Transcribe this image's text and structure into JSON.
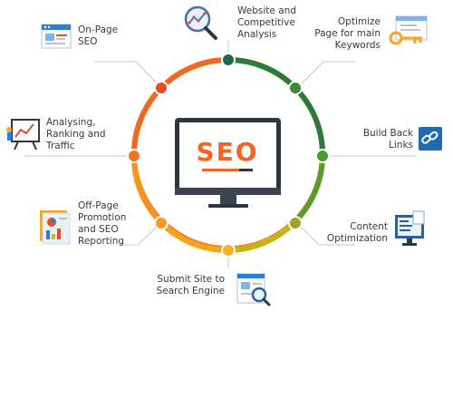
{
  "center": {
    "text": "SEO"
  },
  "colors": {
    "ring_orange": "#f7931e",
    "ring_green": "#3c8a3a",
    "seo_text": "#f26522",
    "monitor": "#2f3541"
  },
  "items": [
    {
      "label": "Website and\nCompetitive\nAnalysis",
      "icon": "magnifier-chart-icon"
    },
    {
      "label": "Optimize\nPage for main\nKeywords",
      "icon": "key-browser-icon"
    },
    {
      "label": "Build Back\nLinks",
      "icon": "link-icon"
    },
    {
      "label": "Content\nOptimization",
      "icon": "document-monitor-icon"
    },
    {
      "label": "Submit Site to\nSearch Engine",
      "icon": "search-page-icon"
    },
    {
      "label": "Off-Page\nPromotion\nand SEO\nReporting",
      "icon": "report-icon"
    },
    {
      "label": "Analysing,\nRanking and\nTraffic",
      "icon": "presentation-board-icon"
    },
    {
      "label": "On-Page\nSEO",
      "icon": "browser-window-icon"
    }
  ]
}
